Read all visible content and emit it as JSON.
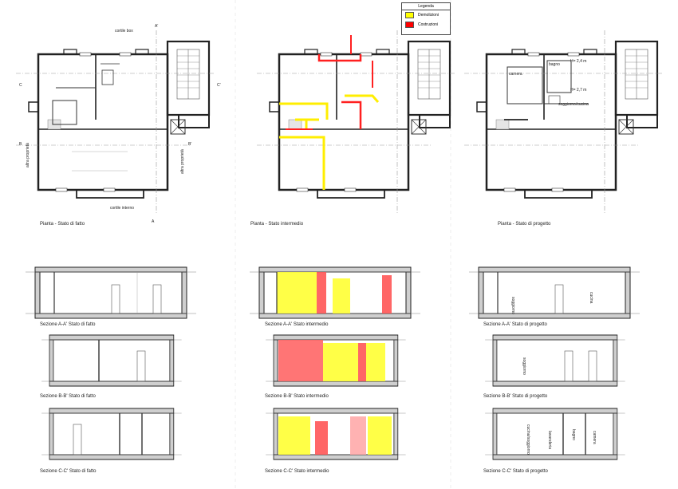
{
  "legend": {
    "title": "Legenda",
    "items": [
      {
        "label": "Demolizioni",
        "color": "#ffff00"
      },
      {
        "label": "Costruzioni",
        "color": "#ff0000"
      }
    ]
  },
  "plans": [
    {
      "caption": "Pianta - Stato di fatto",
      "labels": {
        "top": "cortile box",
        "bottom": "cortile interno",
        "left": "altra proprietà",
        "right": "altra proprietà"
      }
    },
    {
      "caption": "Pianta - Stato intermedio"
    },
    {
      "caption": "Pianta - Stato di progetto",
      "rooms": [
        "camera",
        "bagno",
        "soggiorno/cucina"
      ],
      "heights": [
        "H= 2,4 m",
        "H= 2,7 m"
      ]
    }
  ],
  "sections": [
    {
      "caption": "Sezione A-A' Stato di fatto"
    },
    {
      "caption": "Sezione A-A' Stato intermedio"
    },
    {
      "caption": "Sezione A-A' Stato di progetto",
      "rooms": [
        "soggiorno",
        "cucina"
      ]
    },
    {
      "caption": "Sezione B-B' Stato di fatto"
    },
    {
      "caption": "Sezione B-B' Stato intermedio"
    },
    {
      "caption": "Sezione B-B' Stato di progetto",
      "rooms": [
        "soggiorno"
      ]
    },
    {
      "caption": "Sezione C-C' Stato di fatto"
    },
    {
      "caption": "Sezione C-C' Stato intermedio"
    },
    {
      "caption": "Sezione C-C' Stato di progetto",
      "rooms": [
        "cucina/soggiorno",
        "lavanderia",
        "bagno",
        "camera"
      ]
    }
  ],
  "section_marks": [
    "A",
    "A'",
    "B",
    "B'",
    "C",
    "C'"
  ]
}
